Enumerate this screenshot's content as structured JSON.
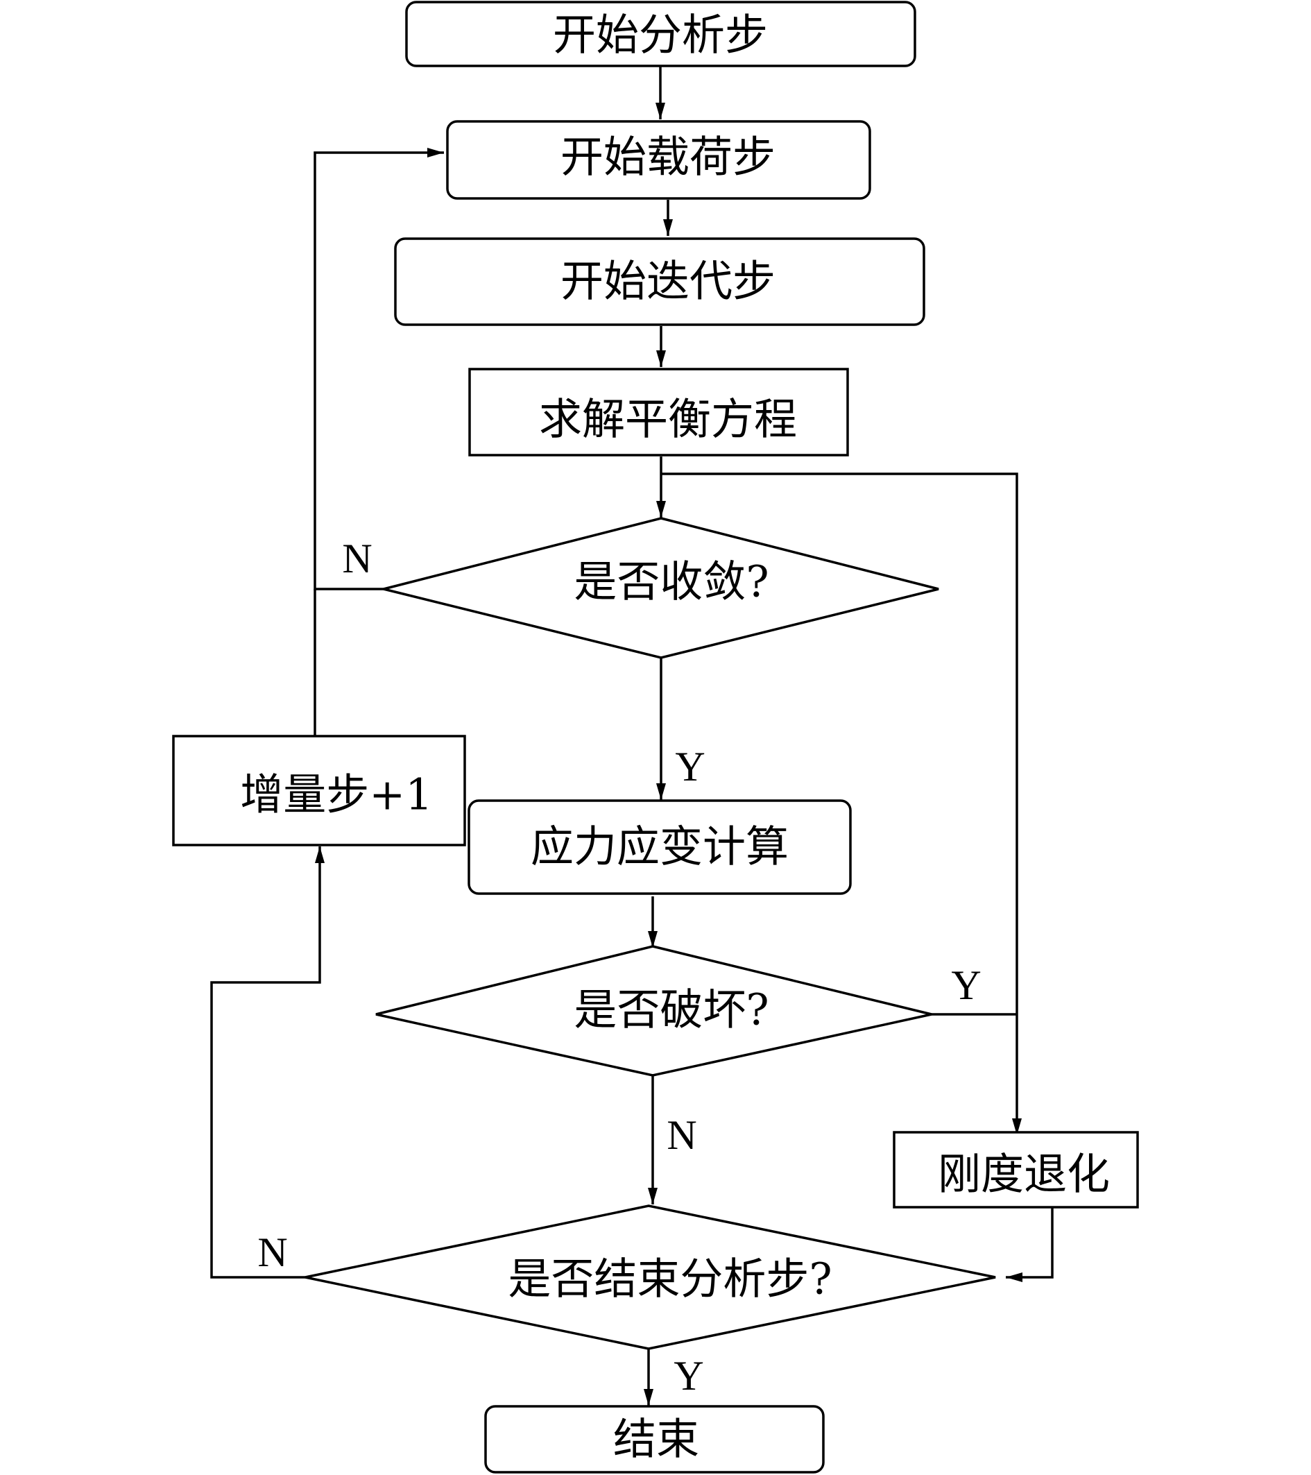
{
  "nodes": {
    "start_analysis": "开始分析步",
    "start_load": "开始载荷步",
    "start_iteration": "开始迭代步",
    "solve_equilibrium": "求解平衡方程",
    "converged": "是否收敛?",
    "stress_strain": "应力应变计算",
    "increment": "增量步+1",
    "failure": "是否破坏?",
    "stiffness_degradation": "刚度退化",
    "end_analysis_q": "是否结束分析步?",
    "end": "结束"
  },
  "edges": {
    "converged_no": "N",
    "converged_yes": "Y",
    "failure_yes": "Y",
    "failure_no": "N",
    "end_analysis_no": "N",
    "end_analysis_yes": "Y"
  },
  "colors": {
    "stroke": "#000000",
    "background": "#ffffff"
  }
}
